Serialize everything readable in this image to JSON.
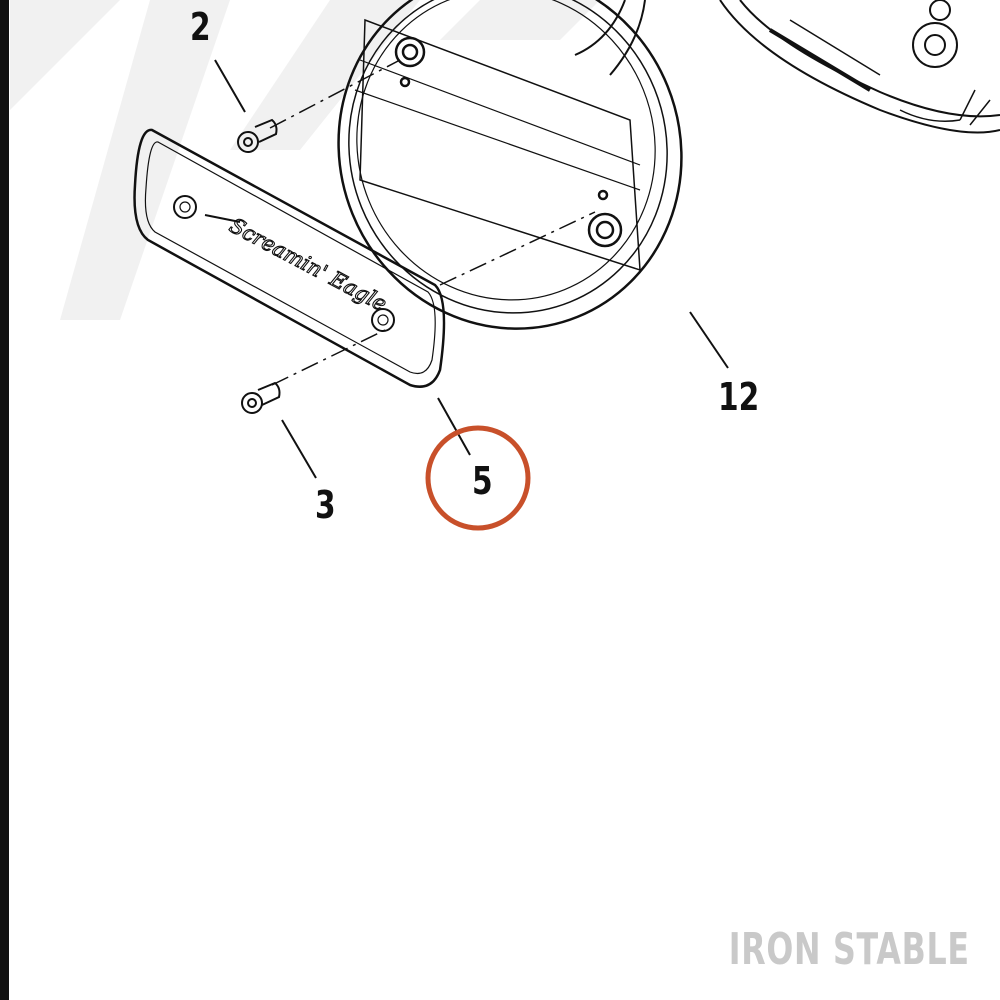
{
  "diagram": {
    "callouts": [
      {
        "id": "2",
        "label": "2"
      },
      {
        "id": "12",
        "label": "12"
      },
      {
        "id": "5",
        "label": "5",
        "highlighted": true
      },
      {
        "id": "3",
        "label": "3"
      }
    ],
    "emblem_text": "Screamin' Eagle",
    "highlight_color": "#c8502a",
    "line_color": "#111111"
  },
  "watermark": {
    "brand": "IRON STABLE",
    "color": "#c9c9c9"
  }
}
